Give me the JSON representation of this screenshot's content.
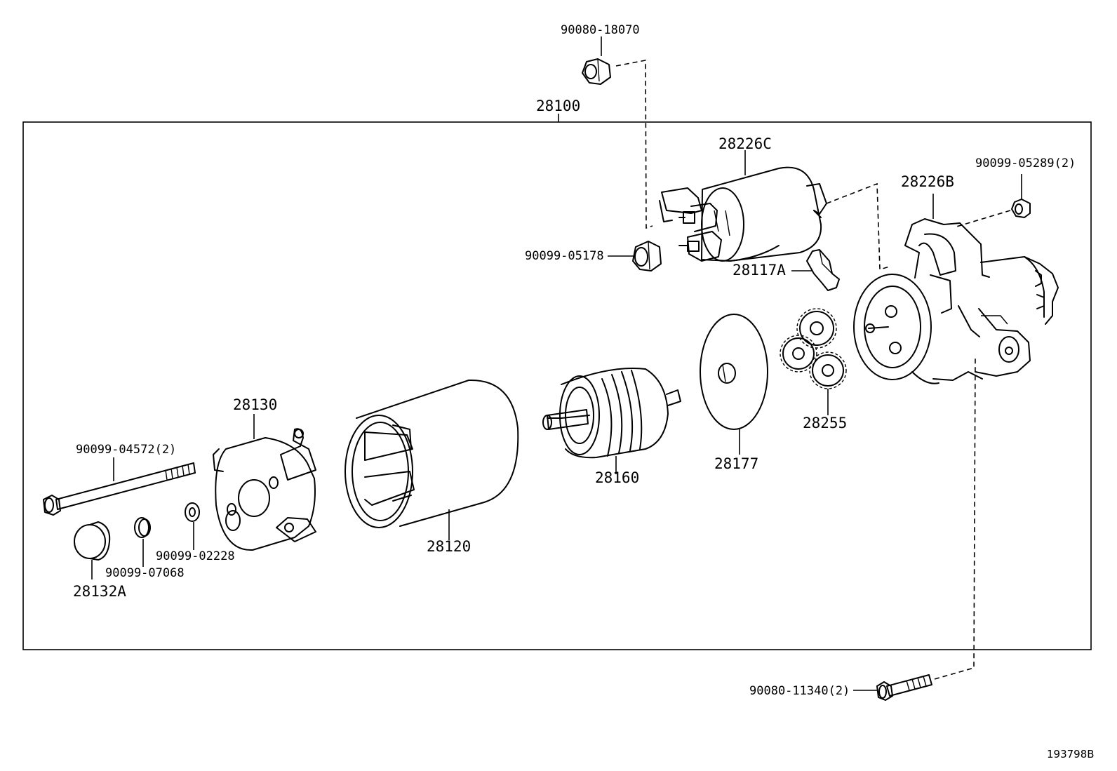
{
  "diagram": {
    "figure_ref": "193798B",
    "labels": {
      "p_90080_18070": "90080-18070",
      "p_28100": "28100",
      "p_28226C": "28226C",
      "p_90099_05289": "90099-05289(2)",
      "p_28226B": "28226B",
      "p_90099_05178": "90099-05178",
      "p_28117A": "28117A",
      "p_28255": "28255",
      "p_28177": "28177",
      "p_28160": "28160",
      "p_28130": "28130",
      "p_28120": "28120",
      "p_90099_04572": "90099-04572(2)",
      "p_90099_02228": "90099-02228",
      "p_90099_07068": "90099-07068",
      "p_28132A": "28132A",
      "p_90080_11340": "90080-11340(2)"
    }
  }
}
